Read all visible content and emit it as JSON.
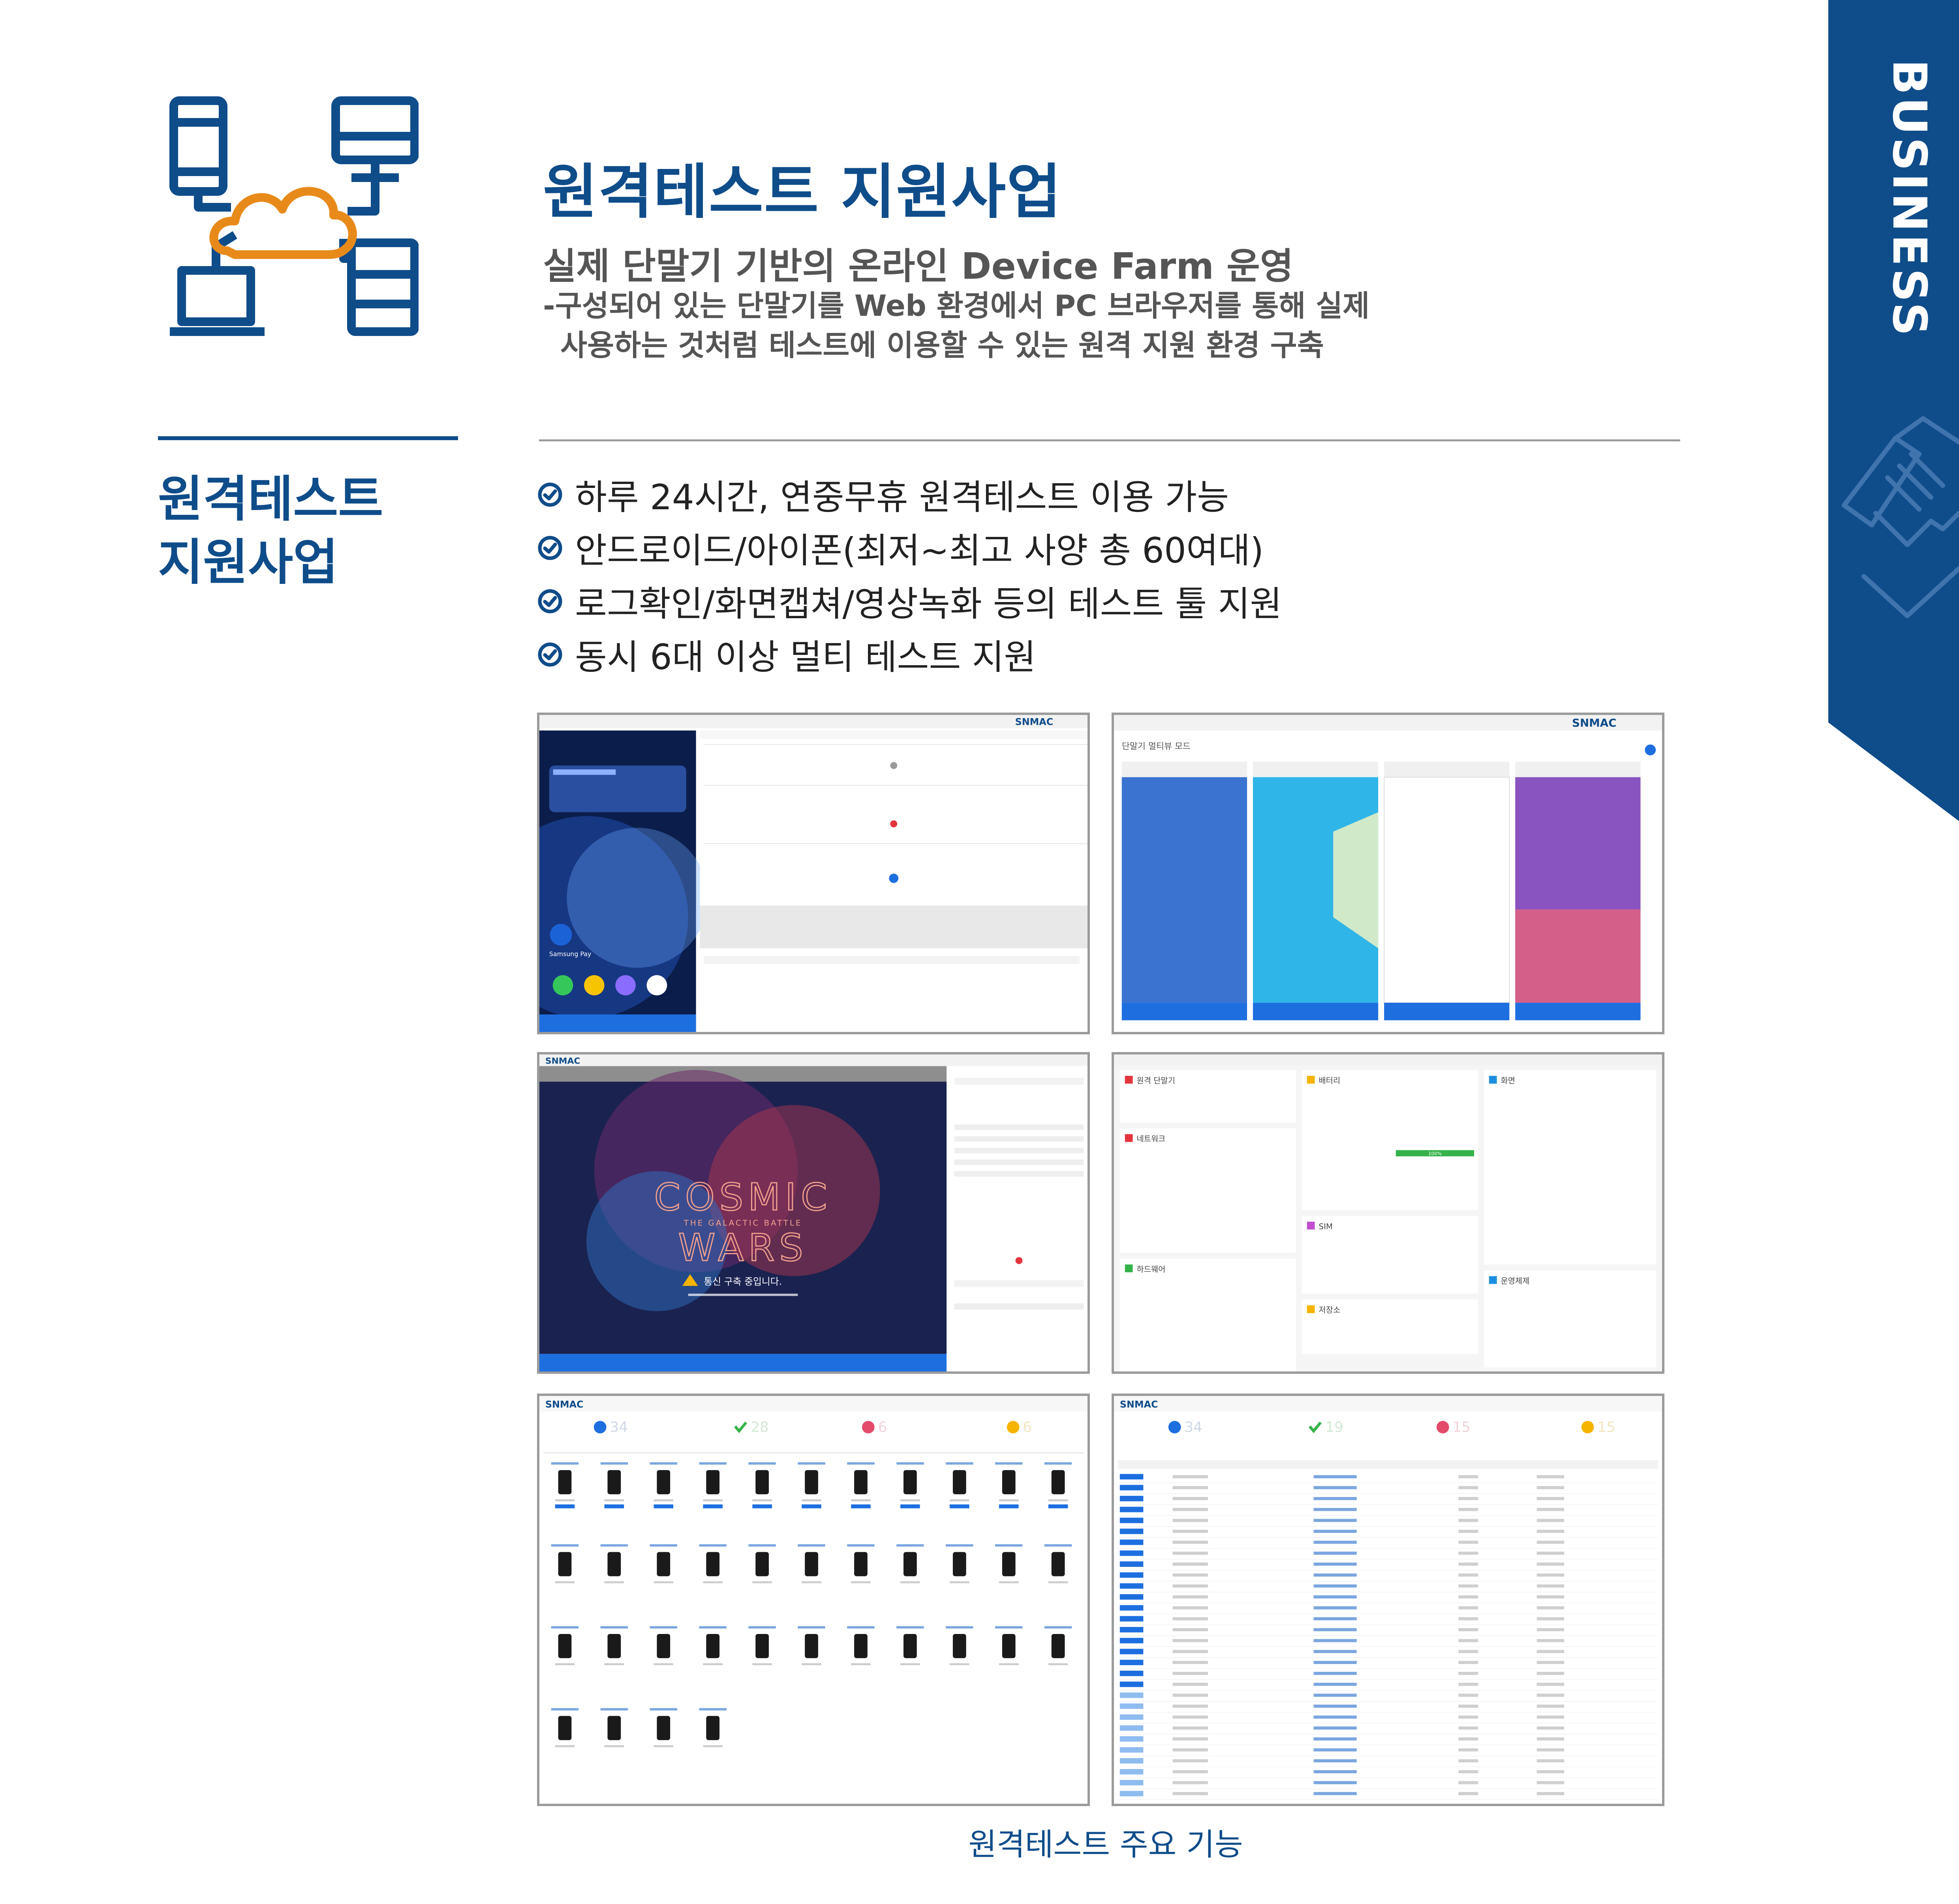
{
  "colors": {
    "brand_blue": "#0f4c8a",
    "accent_orange": "#e88a1a",
    "text_gray": "#555555"
  },
  "ribbon": {
    "label": "BUSINESS"
  },
  "header": {
    "title": "원격테스트 지원사업",
    "subtitle": "실제 단말기 기반의 온라인 Device Farm 운영",
    "desc_line1": "-구성되어 있는 단말기를 Web 환경에서 PC 브라우저를 통해 실제",
    "desc_line2": "사용하는 것처럼 테스트에 이용할 수 있는 원격 지원 환경 구축"
  },
  "side": {
    "title_line1": "원격테스트",
    "title_line2": "지원사업"
  },
  "features": [
    "하루 24시간, 연중무휴 원격테스트 이용 가능",
    "안드로이드/아이폰(최저~최고 사양 총 60여대)",
    "로그확인/화면캡쳐/영상녹화 등의 테스트 툴 지원",
    "동시 6대 이상 멀티 테스트 지원"
  ],
  "screenshots": {
    "brand": "SNMAC",
    "s1_phone_label": "Samsung Pay",
    "s2_title": "단말기 멀티뷰 모드",
    "s3_game_title": "COSMIC",
    "s3_game_tag": "THE GALACTIC BATTLE",
    "s3_game_title2": "WARS",
    "s3_notice": "통신 구축 중입니다.",
    "s4_panels": [
      "원격 단말기",
      "배터리",
      "화면",
      "네트워크",
      "SIM",
      "하드웨어",
      "저장소",
      "운영체제"
    ],
    "s4_battery_pct": "100%",
    "s5_counts": [
      "34",
      "28",
      "6",
      "6"
    ],
    "s6_counts": [
      "34",
      "19",
      "15",
      "15"
    ]
  },
  "caption": "원격테스트 주요 기능"
}
